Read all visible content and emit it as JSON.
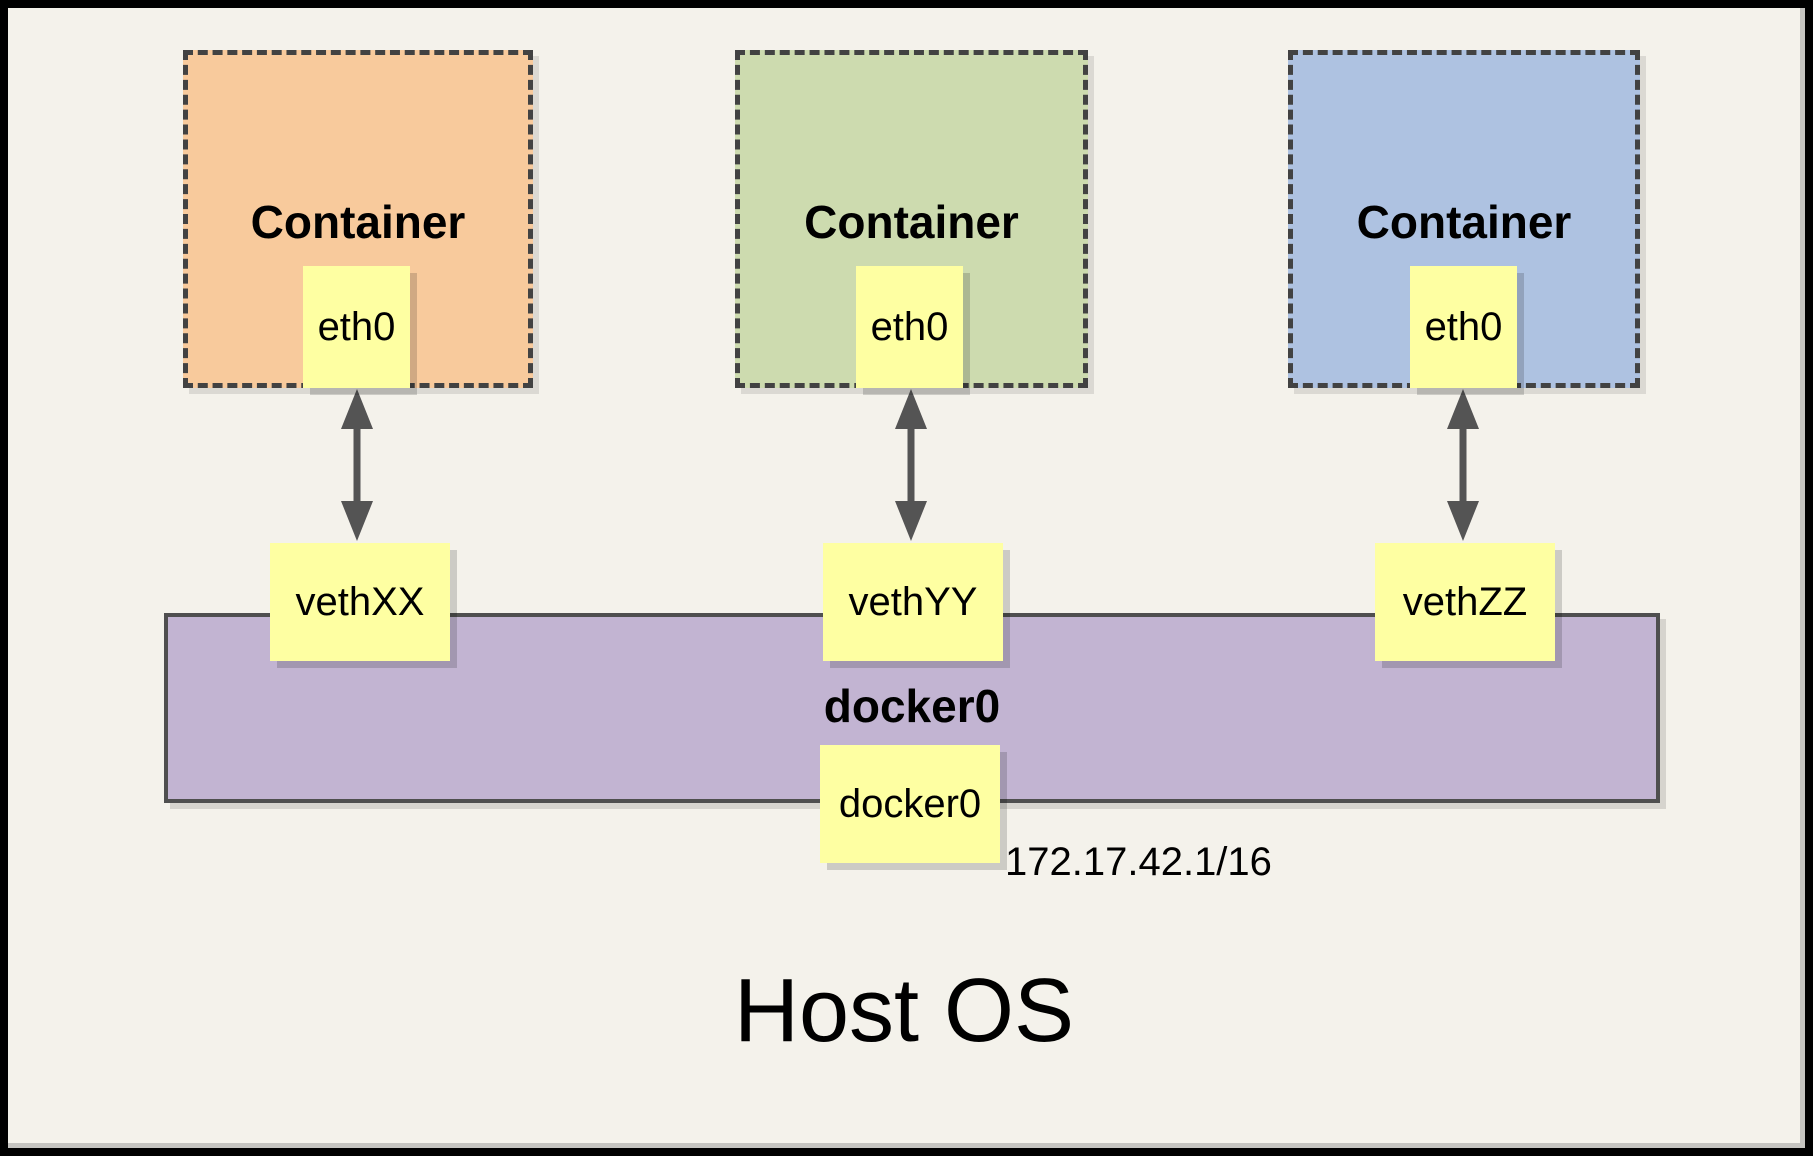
{
  "diagram": {
    "title": "Host OS",
    "containers": [
      {
        "label": "Container",
        "interface": "eth0",
        "veth": "vethXX",
        "fill": "#F8CA9C"
      },
      {
        "label": "Container",
        "interface": "eth0",
        "veth": "vethYY",
        "fill": "#CDDBAF"
      },
      {
        "label": "Container",
        "interface": "eth0",
        "veth": "vethZZ",
        "fill": "#AEC2E1"
      }
    ],
    "bridge": {
      "name": "docker0",
      "interface_label": "docker0",
      "ip": "172.17.42.1/16",
      "fill": "#C2B4D2"
    },
    "colors": {
      "background": "#F4F2EB",
      "frame": "#000000",
      "label_fill": "#FEFFA2",
      "dashed_border": "#424242",
      "arrow": "#545454"
    }
  }
}
